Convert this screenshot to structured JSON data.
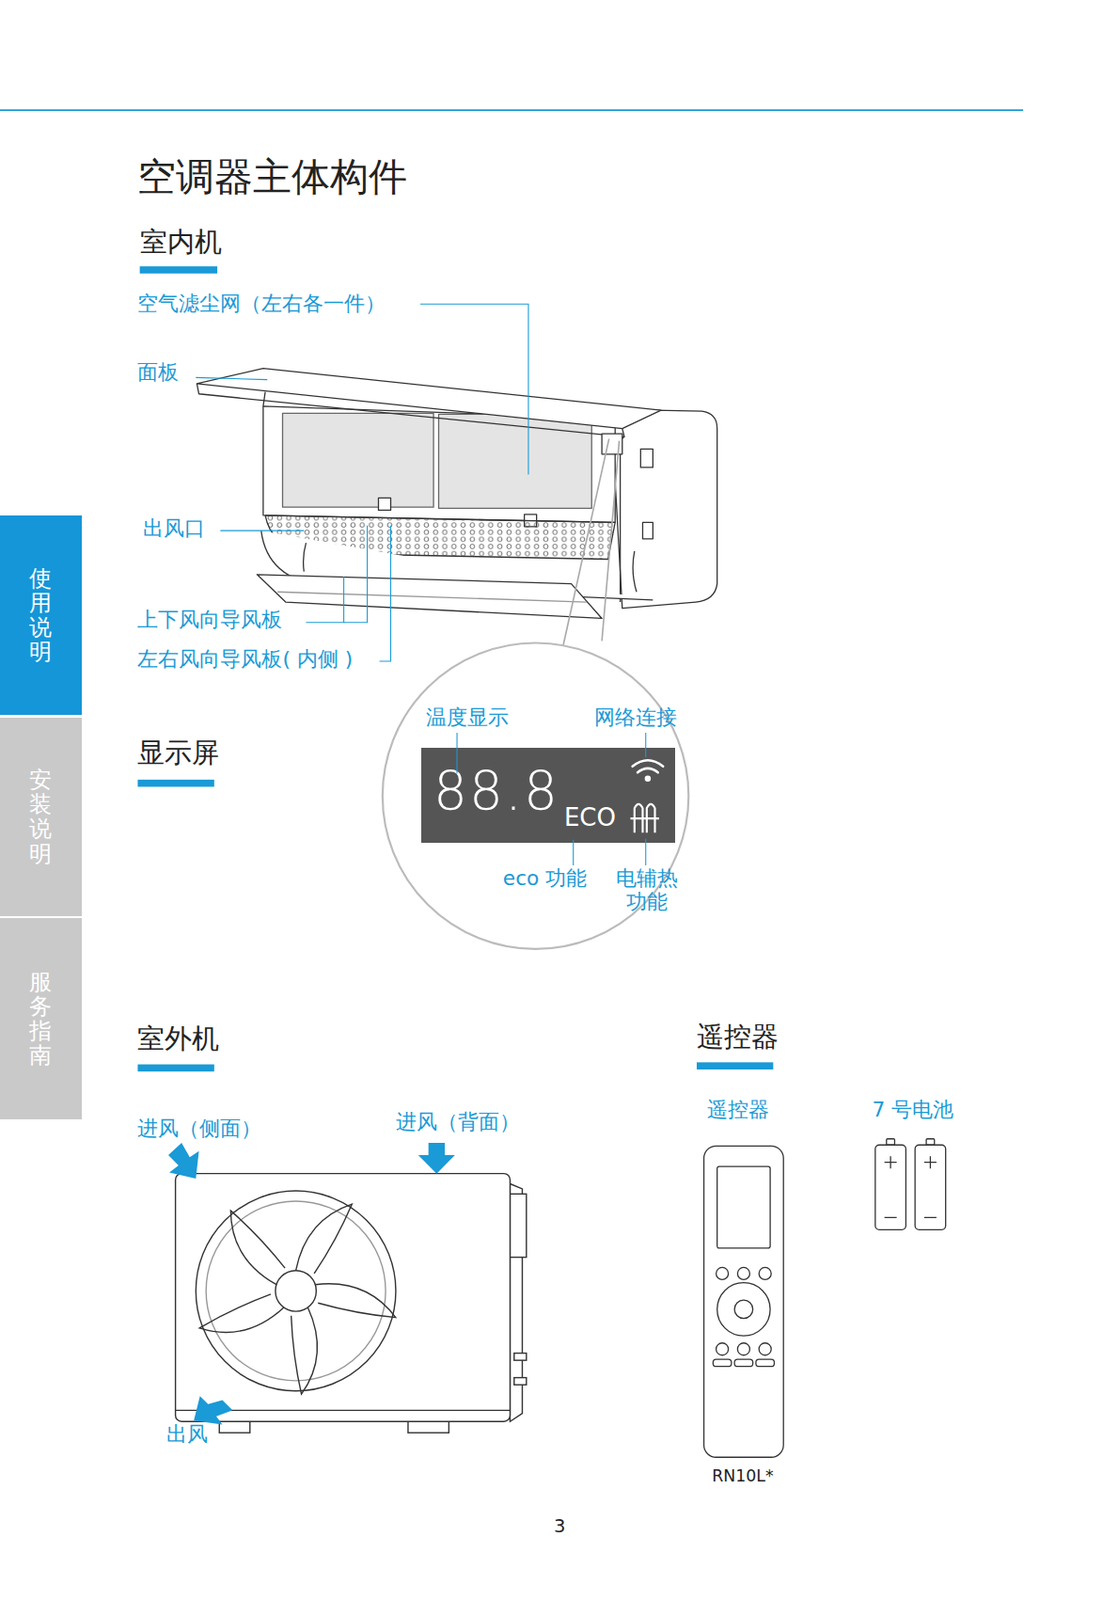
{
  "diagram": {
    "title": "空调器主体构件",
    "nodes": [
      {
        "text": [
          "使用说明"
        ]
      },
      {
        "text": [
          "安装说明"
        ]
      },
      {
        "text": [
          "服务指南"
        ]
      },
      {
        "text": [
          "88.8",
          "ECO"
        ]
      }
    ],
    "labels": [
      "室内机",
      "空气滤尘网（左右各一件）",
      "面板",
      "出风口",
      "上下风向导风板",
      "左右风向导风板( 内侧 )",
      "显示屏",
      "温度显示",
      "网络连接",
      "eco 功能",
      "电辅热 功能",
      "室外机",
      "遥控器",
      "进风（侧面）",
      "进风（背面）",
      "出风",
      "遥控器",
      "7 号电池",
      "RN10L*",
      "3"
    ]
  }
}
